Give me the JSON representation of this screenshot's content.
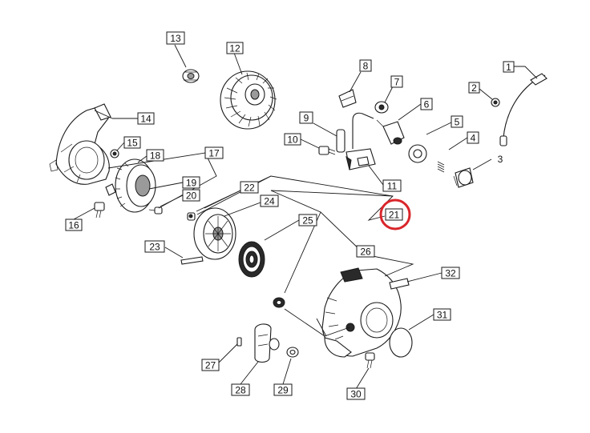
{
  "diagram": {
    "highlight_color": "#d9262b",
    "highlighted_part": "21",
    "callouts": [
      {
        "num": "1"
      },
      {
        "num": "2"
      },
      {
        "num": "3"
      },
      {
        "num": "4"
      },
      {
        "num": "5"
      },
      {
        "num": "6"
      },
      {
        "num": "7"
      },
      {
        "num": "8"
      },
      {
        "num": "9"
      },
      {
        "num": "10"
      },
      {
        "num": "11"
      },
      {
        "num": "12"
      },
      {
        "num": "13"
      },
      {
        "num": "14"
      },
      {
        "num": "15"
      },
      {
        "num": "16"
      },
      {
        "num": "17"
      },
      {
        "num": "18"
      },
      {
        "num": "19"
      },
      {
        "num": "20"
      },
      {
        "num": "21"
      },
      {
        "num": "22"
      },
      {
        "num": "23"
      },
      {
        "num": "24"
      },
      {
        "num": "25"
      },
      {
        "num": "26"
      },
      {
        "num": "27"
      },
      {
        "num": "28"
      },
      {
        "num": "29"
      },
      {
        "num": "30"
      },
      {
        "num": "31"
      },
      {
        "num": "32"
      }
    ]
  }
}
